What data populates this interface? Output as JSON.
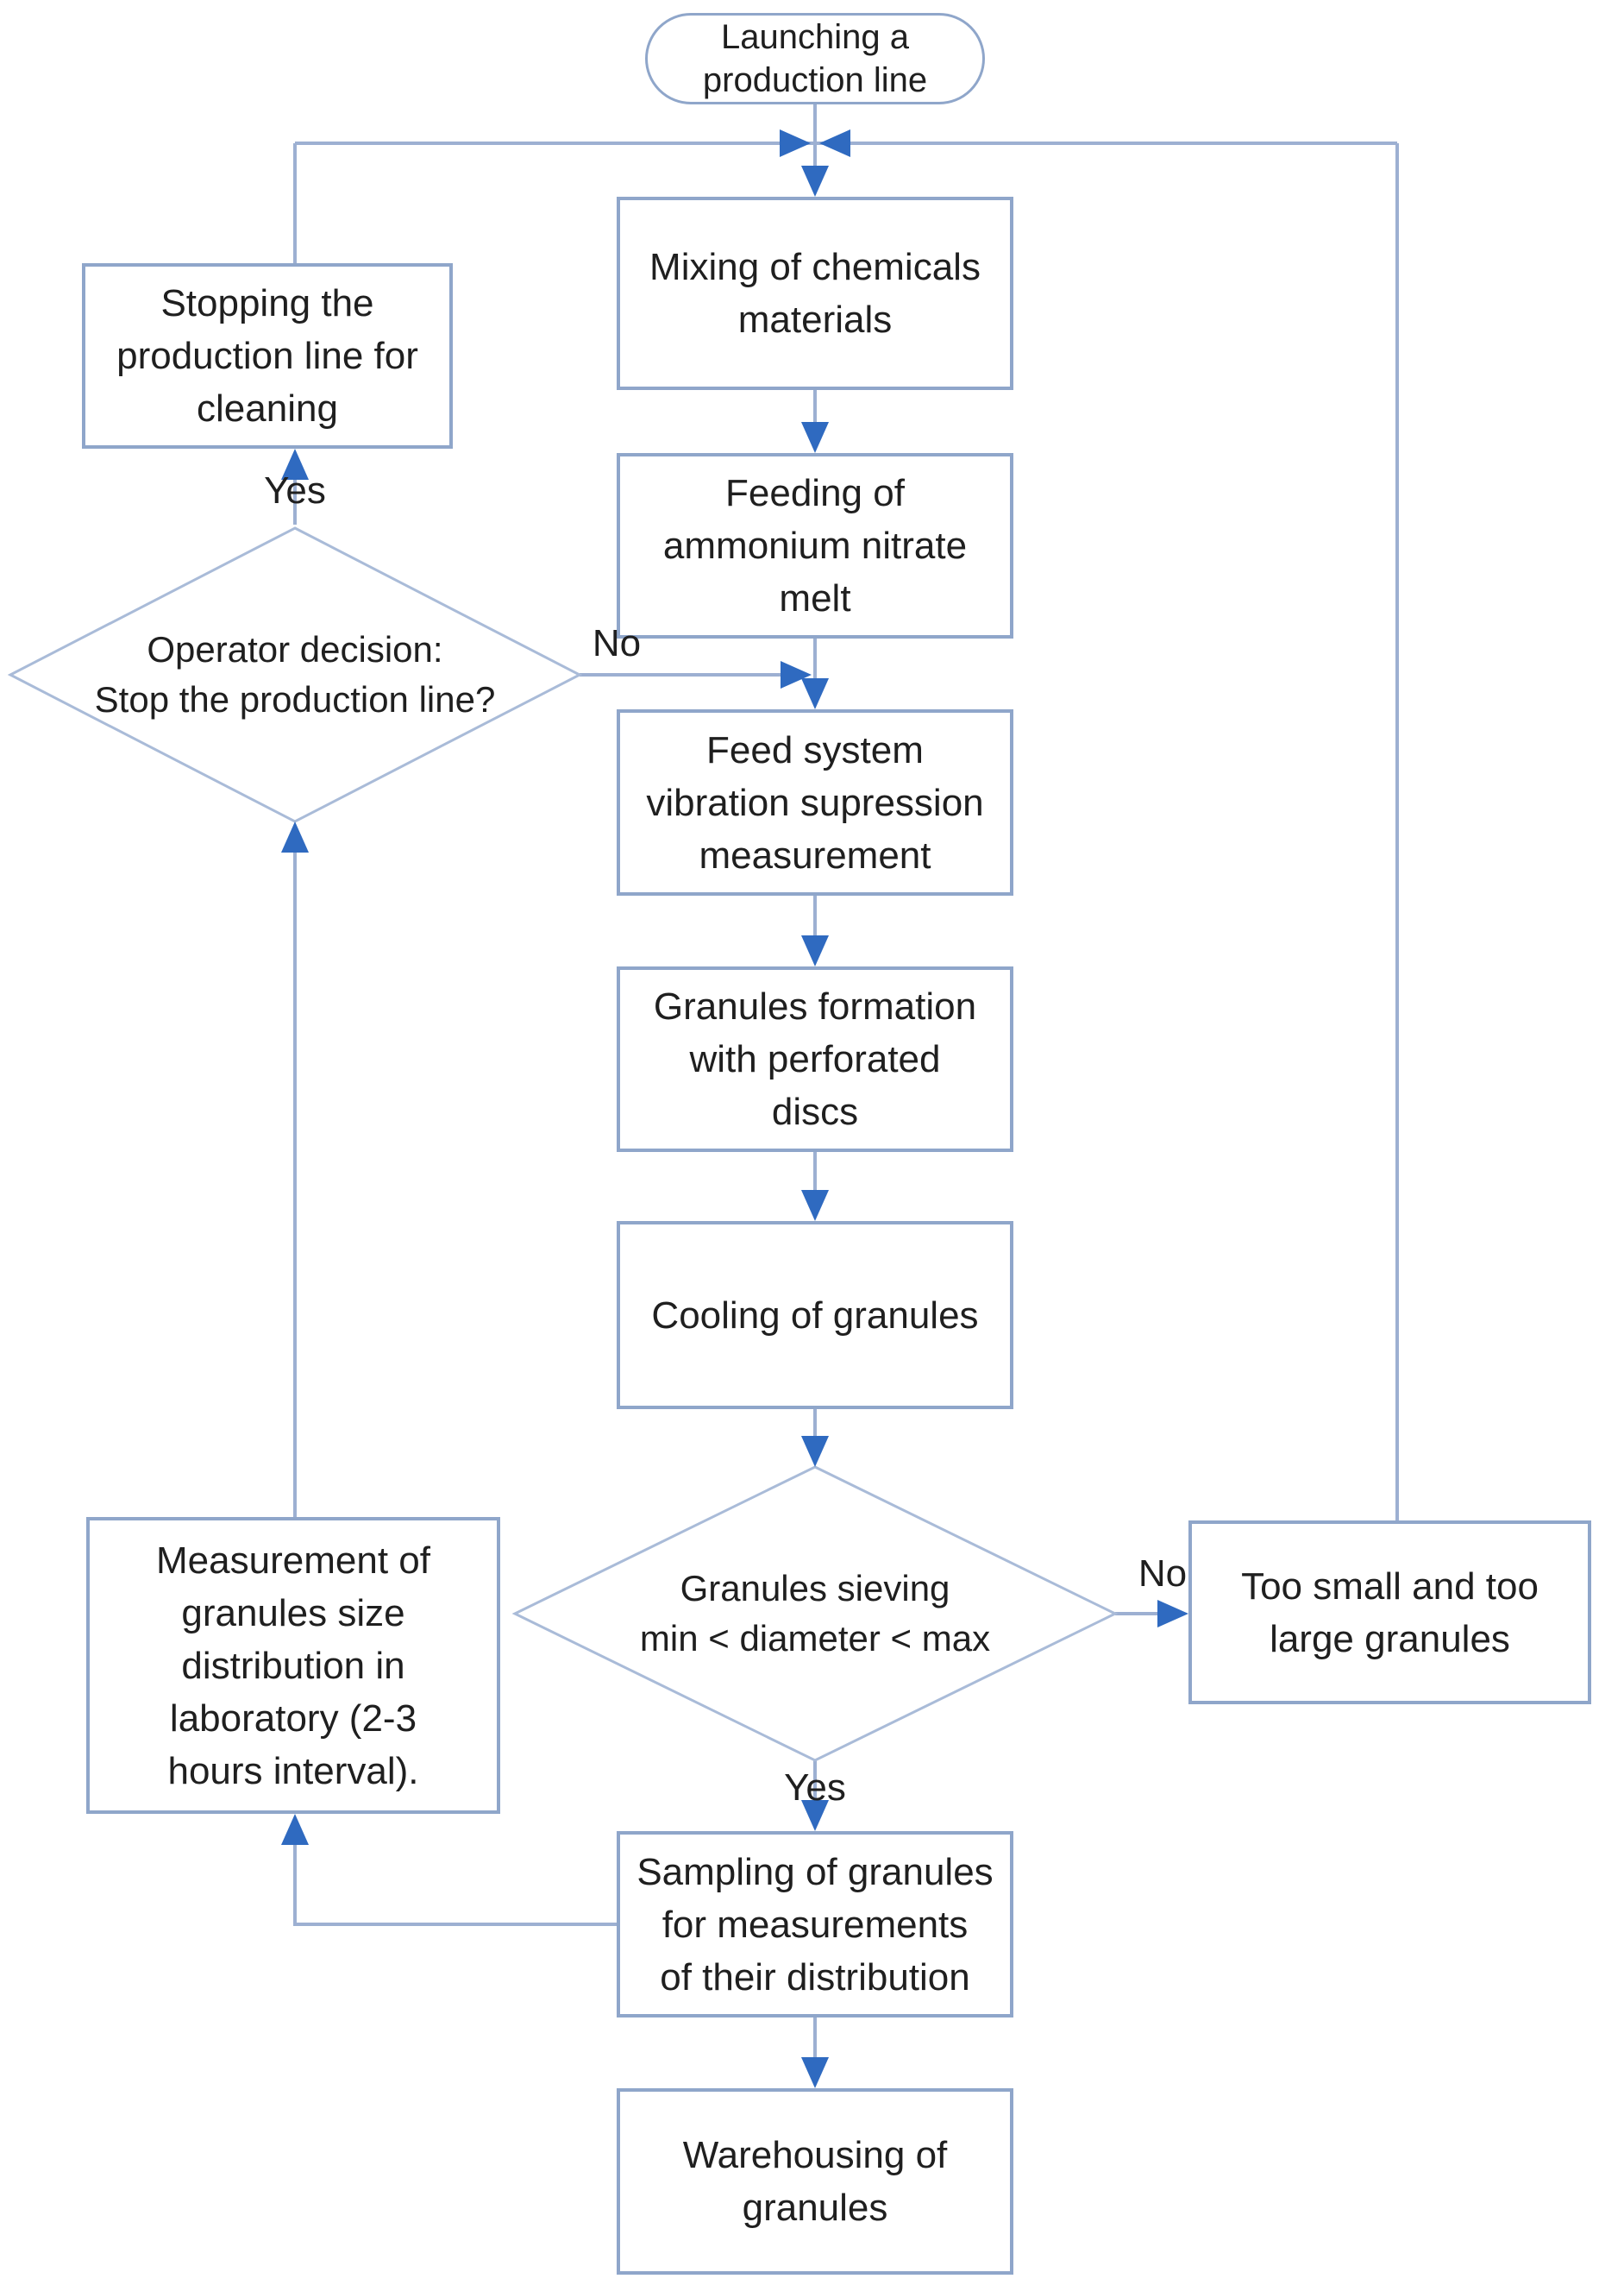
{
  "colors": {
    "connector_line": "#9db0d2",
    "box_border": "#8fa6ca",
    "diamond_stroke": "#a9bbd8",
    "arrowhead": "#2f6ac0",
    "text": "#1f1f1f"
  },
  "nodes": {
    "launch": {
      "shape": "terminator",
      "label": "Launching a\nproduction line"
    },
    "mixing": {
      "shape": "process",
      "label": "Mixing of chemicals\nmaterials"
    },
    "feeding": {
      "shape": "process",
      "label": "Feeding of\nammonium nitrate\nmelt"
    },
    "feedsystem": {
      "shape": "process",
      "label": "Feed system\nvibration supression\nmeasurement"
    },
    "formation": {
      "shape": "process",
      "label": "Granules formation\nwith perforated\ndiscs"
    },
    "cooling": {
      "shape": "process",
      "label": "Cooling of granules"
    },
    "sieving": {
      "shape": "decision",
      "label": "Granules sieving\nmin < diameter < max"
    },
    "toosmall": {
      "shape": "process",
      "label": "Too small and too\nlarge granules"
    },
    "sampling": {
      "shape": "process",
      "label": "Sampling of granules\nfor measurements\nof their distribution"
    },
    "warehousing": {
      "shape": "process",
      "label": "Warehousing of\ngranules"
    },
    "measurement": {
      "shape": "process",
      "label": "Measurement of\ngranules size\ndistribution in\nlaboratory (2-3\nhours interval)."
    },
    "operator": {
      "shape": "decision",
      "label": "Operator decision:\nStop the production line?"
    },
    "stopping": {
      "shape": "process",
      "label": "Stopping the\nproduction line for\ncleaning"
    }
  },
  "edge_labels": {
    "operator_yes": "Yes",
    "operator_no": "No",
    "sieving_yes": "Yes",
    "sieving_no": "No"
  }
}
